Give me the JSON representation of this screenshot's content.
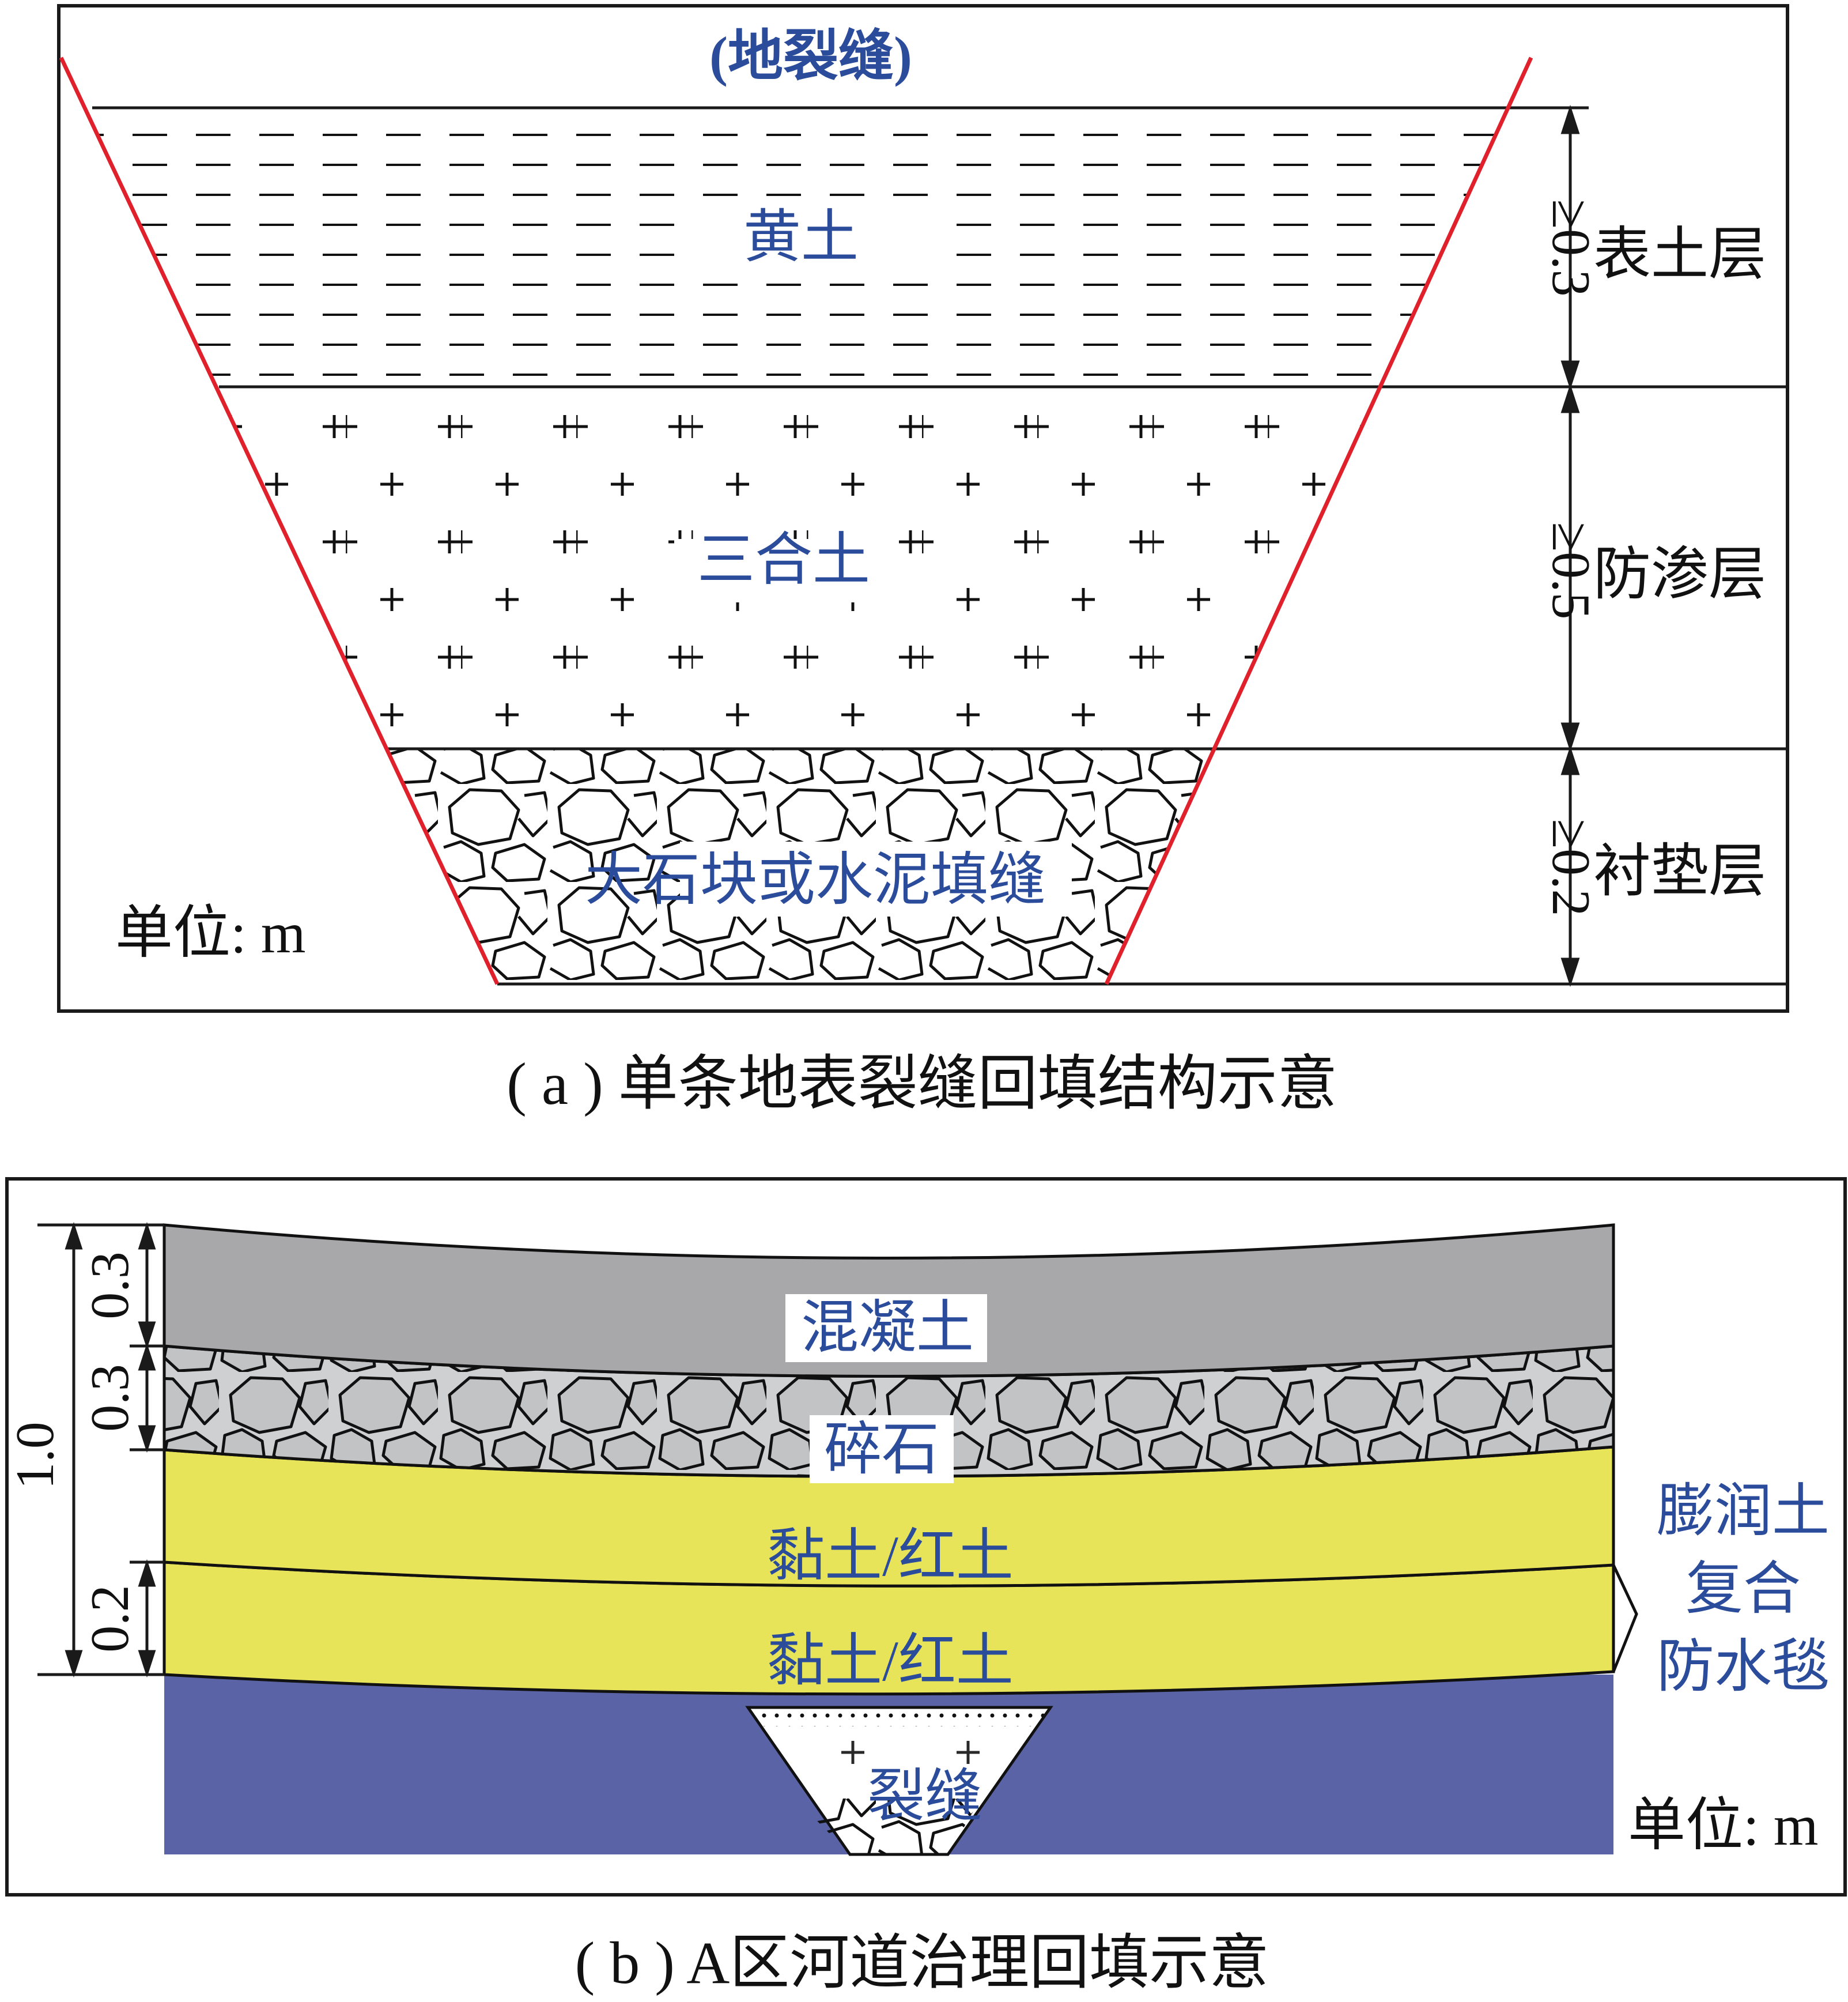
{
  "colors": {
    "frame": "#1a1a1a",
    "crack_line": "#e0202a",
    "label_blue": "#2b4b9b",
    "concrete": "#a8a8aa",
    "gravel": "#cfd0d2",
    "clay": "#e8e45a",
    "subsoil": "#5a63a6",
    "text_black": "#111111"
  },
  "panel_a": {
    "crack_label": "(地裂缝)",
    "layers": [
      {
        "material": "黄土",
        "thickness": "≥0.3",
        "layer_name": "表土层",
        "pattern": "dashes"
      },
      {
        "material": "三合土",
        "thickness": "≥0.5",
        "layer_name": "防渗层",
        "pattern": "plus"
      },
      {
        "material": "大石块或水泥填缝",
        "thickness": "≥0.2",
        "layer_name": "衬垫层",
        "pattern": "stones"
      }
    ],
    "unit": "单位: m",
    "caption": "( a ) 单条地表裂缝回填结构示意"
  },
  "panel_b": {
    "layers": [
      {
        "material": "混凝土"
      },
      {
        "material": "碎石"
      },
      {
        "material": "黏土/红土"
      },
      {
        "material": "黏土/红土"
      }
    ],
    "dims": {
      "total": "1.0",
      "concrete": "0.3",
      "gravel": "0.3",
      "blanket": "0.2"
    },
    "blanket_label": [
      "膨润土",
      "复合",
      "防水毯"
    ],
    "crack_label": "裂缝",
    "unit": "单位: m",
    "caption": "( b ) A区河道治理回填示意"
  }
}
